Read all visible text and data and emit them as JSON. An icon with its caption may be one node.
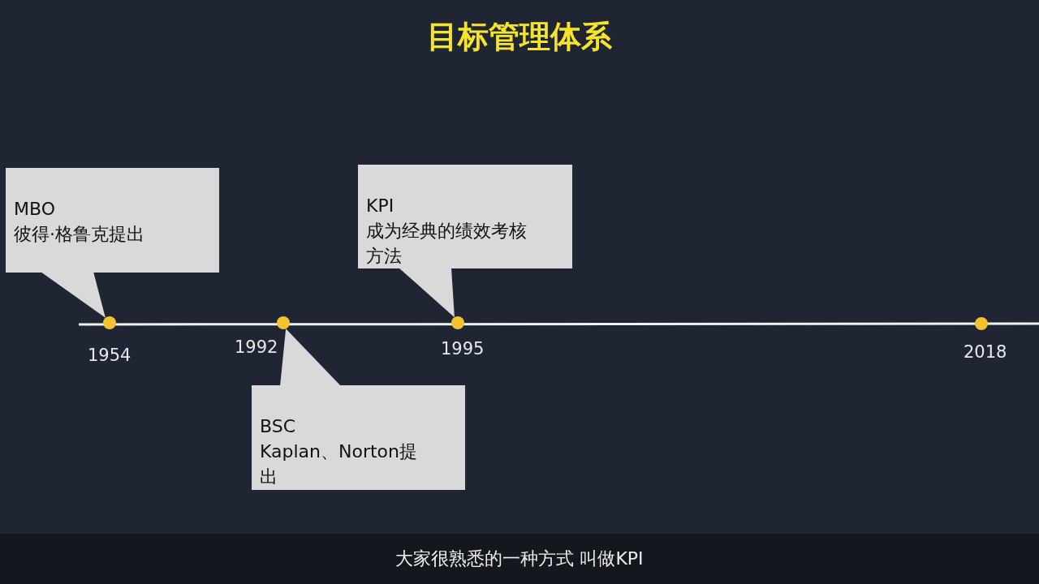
{
  "diagram": {
    "title": "目标管理体系",
    "caption": "大家很熟悉的一种方式 叫做KPI",
    "nodes": [
      {
        "text": [
          "MBO",
          "彼得·格鲁克提出"
        ]
      },
      {
        "text": [
          "KPI",
          "成为经典的绩效考核方法"
        ]
      },
      {
        "text": [],
        "shape": "circle",
        "beside": [
          "1954"
        ]
      },
      {
        "text": [],
        "shape": "circle",
        "beside": [
          "1992"
        ]
      },
      {
        "text": [],
        "shape": "circle",
        "beside": [
          "1995"
        ]
      },
      {
        "text": [],
        "shape": "circle",
        "beside": [
          "2018"
        ]
      },
      {
        "text": [
          "BSC",
          "Kaplan、Norton提出"
        ]
      }
    ],
    "edges": [
      {
        "from": 0,
        "to": 2,
        "arrow": "to"
      },
      {
        "from": 1,
        "to": 4,
        "arrow": "to"
      },
      {
        "from": 6,
        "to": 3,
        "arrow": "to"
      }
    ]
  }
}
